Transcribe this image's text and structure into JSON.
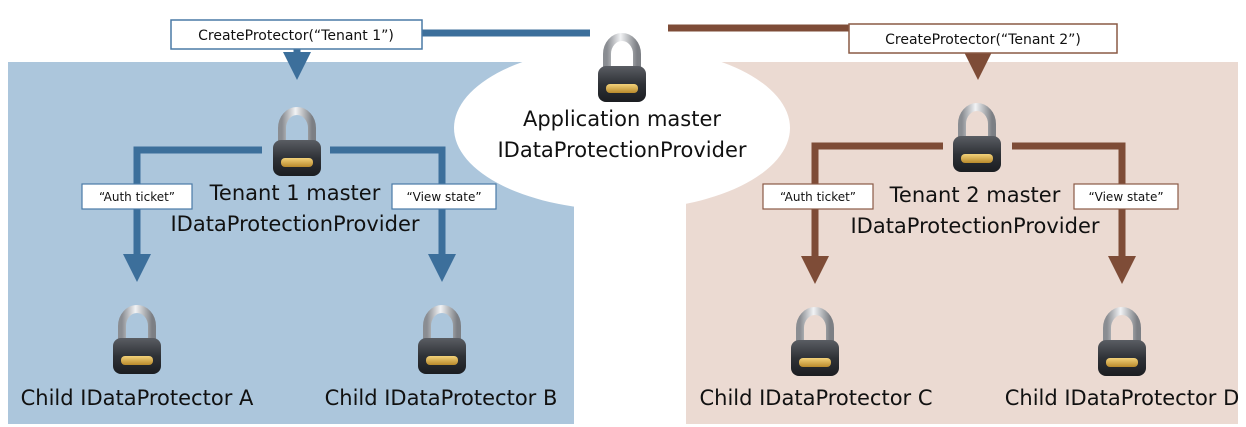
{
  "colors": {
    "left_panel": "#acc6dc",
    "right_panel": "#ebdad2",
    "left_arrow": "#3c6f9b",
    "right_arrow": "#7e4c37",
    "left_box_border": "#4a7aa6",
    "right_box_border": "#8a5a45"
  },
  "icons": [
    "padlock-icon"
  ],
  "nodes": {
    "app": {
      "line1": "Application master",
      "line2": "IDataProtectionProvider"
    },
    "tenant1": {
      "line1": "Tenant 1 master",
      "line2": "IDataProtectionProvider"
    },
    "tenant2": {
      "line1": "Tenant 2 master",
      "line2": "IDataProtectionProvider"
    },
    "childA": "Child IDataProtector A",
    "childB": "Child IDataProtector B",
    "childC": "Child IDataProtector C",
    "childD": "Child IDataProtector D"
  },
  "edges": {
    "create1": "CreateProtector(“Tenant 1”)",
    "create2": "CreateProtector(“Tenant 2”)",
    "auth_left": "“Auth ticket”",
    "view_left": "“View state”",
    "auth_right": "“Auth ticket”",
    "view_right": "“View state”"
  }
}
